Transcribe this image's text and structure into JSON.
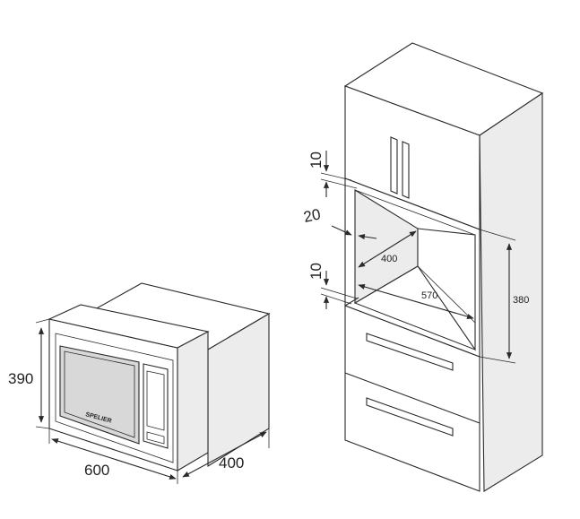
{
  "microwave": {
    "brand": "SPELIER",
    "height_label": "390",
    "width_label": "600",
    "depth_label": "400"
  },
  "cabinet": {
    "gap_top_label": "10",
    "gap_side_label": "20",
    "gap_bottom_label": "10",
    "niche_depth_label": "400",
    "niche_width_label": "570",
    "niche_height_label": "380"
  }
}
